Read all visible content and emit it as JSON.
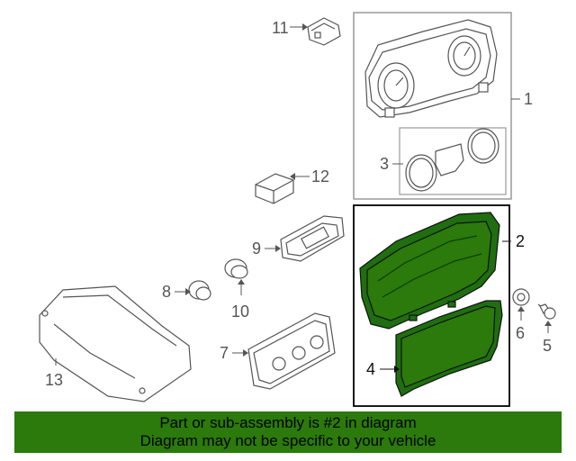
{
  "callouts": {
    "c1": "1",
    "c2": "2",
    "c3": "3",
    "c4": "4",
    "c5": "5",
    "c6": "6",
    "c7": "7",
    "c8": "8",
    "c9": "9",
    "c10": "10",
    "c11": "11",
    "c12": "12",
    "c13": "13"
  },
  "banner": {
    "line1": "Part or sub-assembly is #2 in diagram",
    "line2": "Diagram may not be specific to your vehicle"
  },
  "colors": {
    "highlight": "#2b7a0b",
    "part_fill": "#1f6e10",
    "line": "#555555",
    "box_border_1": "#999999",
    "box_border_2": "#000000"
  },
  "icons": {
    "cluster": "instrument-cluster",
    "display": "lcd-display",
    "bracket": "mount-bracket"
  }
}
